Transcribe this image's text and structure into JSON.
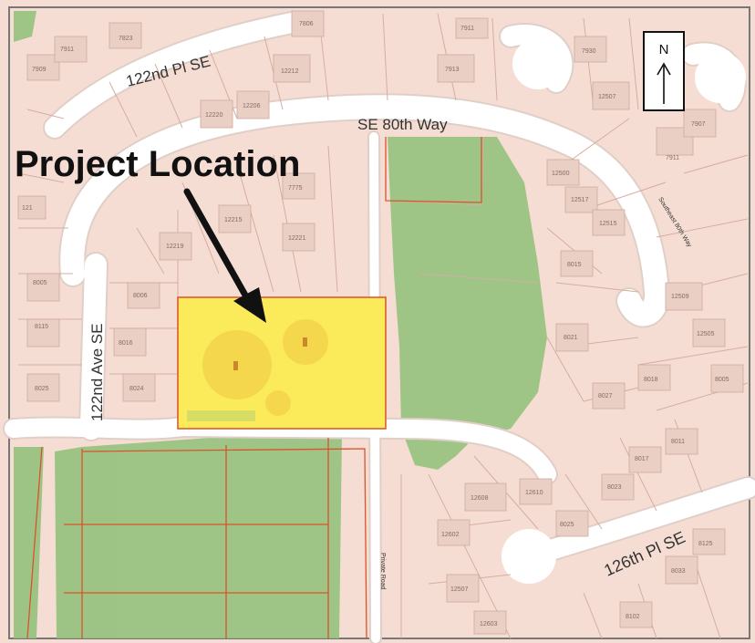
{
  "map": {
    "project_label": "Project Location",
    "north_letter": "N",
    "streets": {
      "pl_122nd": "122nd Pl SE",
      "way_80th": "SE 80th Way",
      "ave_122nd": "122nd Ave SE",
      "pl_126th": "126th Pl SE",
      "southeast_80th": "Southeast 80th Way",
      "private_road": "Private Road"
    },
    "colors": {
      "land": "#f6ddd3",
      "parcel_line": "#d9b7ab",
      "road": "#ffffff",
      "road_edge": "#e0cfc7",
      "green": "#95c27d",
      "project": "#fbea5a",
      "project_border": "#d9532b",
      "building": "#eacfc4",
      "arrow": "#111111"
    }
  }
}
